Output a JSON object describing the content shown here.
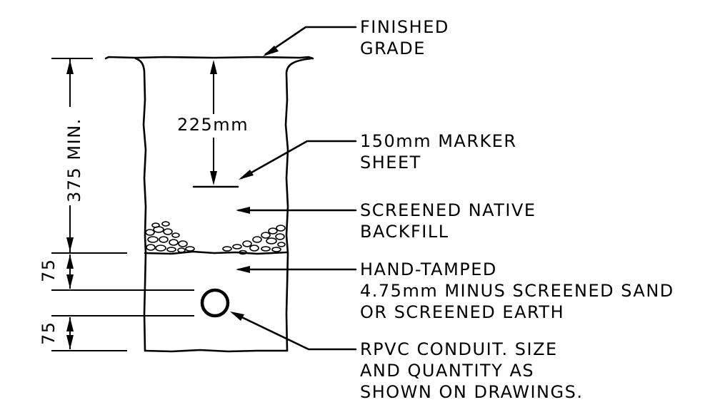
{
  "labels": {
    "finished_grade_1": "FINISHED",
    "finished_grade_2": "GRADE",
    "marker_depth": "225mm",
    "marker_sheet_1": "150mm MARKER",
    "marker_sheet_2": "SHEET",
    "backfill_1": "SCREENED NATIVE",
    "backfill_2": "BACKFILL",
    "bedding_1": "HAND-TAMPED",
    "bedding_2": "4.75mm MINUS SCREENED SAND",
    "bedding_3": "OR SCREENED EARTH",
    "conduit_1": "RPVC CONDUIT. SIZE",
    "conduit_2": "AND QUANTITY AS",
    "conduit_3": "SHOWN ON DRAWINGS.",
    "min_depth": "375 MIN.",
    "dim_top": "75",
    "dim_bottom": "75"
  }
}
